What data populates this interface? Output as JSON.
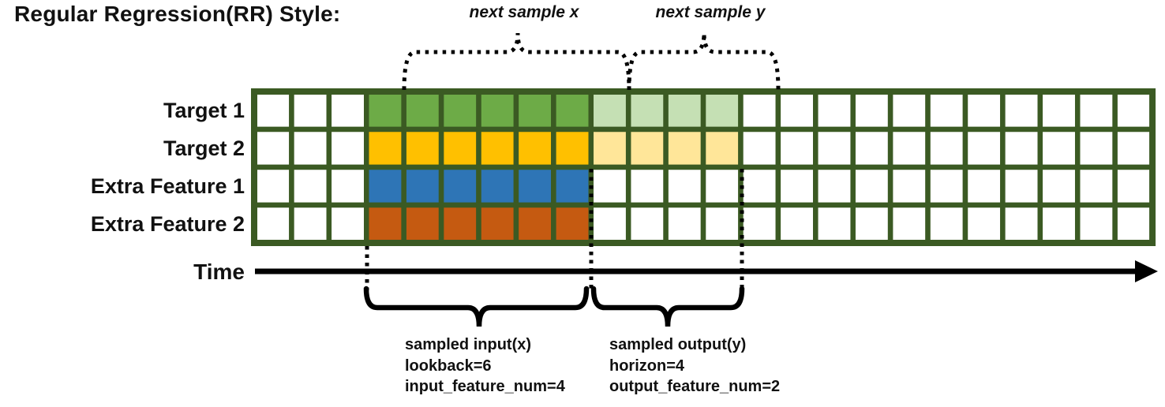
{
  "title": "Regular Regression(RR) Style:",
  "colors": {
    "grid_border": "#3B5A23",
    "cell_empty": "#FFFFFF",
    "target1_lookback": "#6DAB47",
    "target1_horizon": "#C5E0B4",
    "target2_lookback": "#FFC000",
    "target2_horizon": "#FFE699",
    "extra_feature1_lookback": "#2E75B6",
    "extra_feature2_lookback": "#C55A11",
    "annotation": "#000000"
  },
  "grid": {
    "total_columns": 24,
    "lookback_start_column": 3,
    "lookback": 6,
    "horizon": 4,
    "rows": [
      {
        "label": "Target 1",
        "lookback_color": "#6DAB47",
        "horizon_color": "#C5E0B4"
      },
      {
        "label": "Target 2",
        "lookback_color": "#FFC000",
        "horizon_color": "#FFE699"
      },
      {
        "label": "Extra Feature 1",
        "lookback_color": "#2E75B6",
        "horizon_color": null
      },
      {
        "label": "Extra Feature 2",
        "lookback_color": "#C55A11",
        "horizon_color": null
      }
    ]
  },
  "annotations": {
    "next_sample_x": "next sample x",
    "next_sample_y": "next sample y",
    "time_axis": "Time",
    "sampled_input": [
      "sampled input(x)",
      "lookback=6",
      "input_feature_num=4"
    ],
    "sampled_output": [
      "sampled output(y)",
      "horizon=4",
      "output_feature_num=2"
    ]
  }
}
